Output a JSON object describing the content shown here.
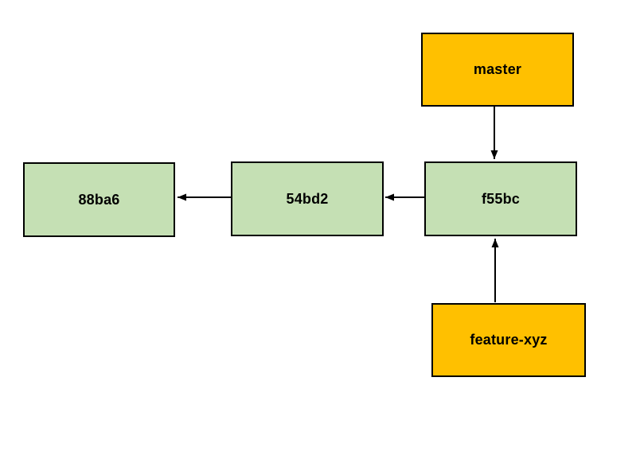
{
  "diagram": {
    "kind": "git-commit-branch-flowchart",
    "colors": {
      "branch_box_fill": "#FFC000",
      "commit_box_fill": "#C5E0B4",
      "box_border": "#000000",
      "arrow": "#000000",
      "text": "#000000",
      "background": "#ffffff"
    },
    "nodes": {
      "master": {
        "label": "master",
        "type": "branch"
      },
      "commit88ba6": {
        "label": "88ba6",
        "type": "commit"
      },
      "commit54bd2": {
        "label": "54bd2",
        "type": "commit"
      },
      "commitf55bc": {
        "label": "f55bc",
        "type": "commit"
      },
      "featurexyz": {
        "label": "feature-xyz",
        "type": "branch"
      }
    },
    "edges": [
      {
        "from": "master",
        "to": "f55bc",
        "direction": "down"
      },
      {
        "from": "f55bc",
        "to": "54bd2",
        "direction": "left"
      },
      {
        "from": "54bd2",
        "to": "88ba6",
        "direction": "left"
      },
      {
        "from": "feature-xyz",
        "to": "f55bc",
        "direction": "up"
      }
    ]
  }
}
